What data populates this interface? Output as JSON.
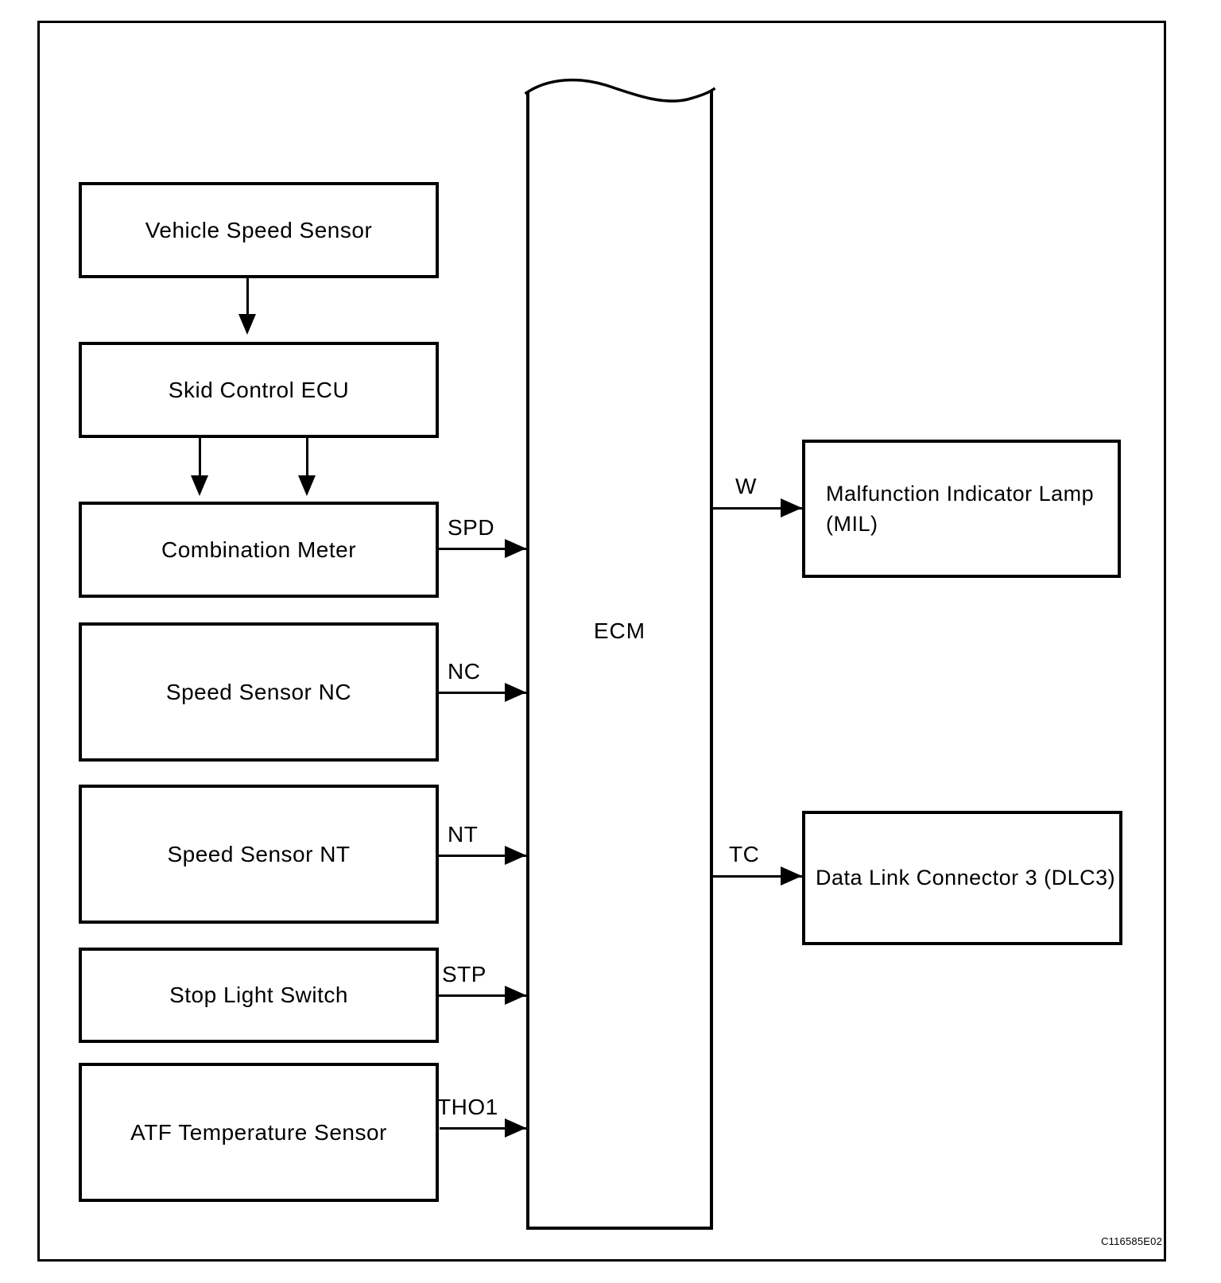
{
  "diagram": {
    "title_context": "ECM system block diagram",
    "nodes": {
      "vehicle_speed_sensor": "Vehicle Speed Sensor",
      "skid_control_ecu": "Skid Control ECU",
      "combination_meter": "Combination Meter",
      "speed_sensor_nc": "Speed Sensor NC",
      "speed_sensor_nt": "Speed Sensor NT",
      "stop_light_switch": "Stop Light Switch",
      "atf_temperature_sensor": "ATF Temperature Sensor",
      "ecm": "ECM",
      "malfunction_indicator_lamp": "Malfunction Indicator Lamp (MIL)",
      "data_link_connector": "Data Link Connector 3 (DLC3)"
    },
    "signals": {
      "spd": "SPD",
      "nc": "NC",
      "nt": "NT",
      "stp": "STP",
      "tho1": "THO1",
      "w": "W",
      "tc": "TC"
    },
    "connections": [
      {
        "from": "Vehicle Speed Sensor",
        "to": "Skid Control ECU",
        "label": ""
      },
      {
        "from": "Skid Control ECU",
        "to": "Combination Meter",
        "label": ""
      },
      {
        "from": "Skid Control ECU",
        "to": "Combination Meter",
        "label": ""
      },
      {
        "from": "Combination Meter",
        "to": "ECM",
        "label": "SPD"
      },
      {
        "from": "Speed Sensor NC",
        "to": "ECM",
        "label": "NC"
      },
      {
        "from": "Speed Sensor NT",
        "to": "ECM",
        "label": "NT"
      },
      {
        "from": "Stop Light Switch",
        "to": "ECM",
        "label": "STP"
      },
      {
        "from": "ATF Temperature Sensor",
        "to": "ECM",
        "label": "THO1"
      },
      {
        "from": "ECM",
        "to": "Malfunction Indicator Lamp (MIL)",
        "label": "W"
      },
      {
        "from": "ECM",
        "to": "Data Link Connector 3 (DLC3)",
        "label": "TC"
      }
    ],
    "figure_code": "C116585E02",
    "colors": {
      "line": "#000000",
      "background": "#ffffff"
    }
  }
}
